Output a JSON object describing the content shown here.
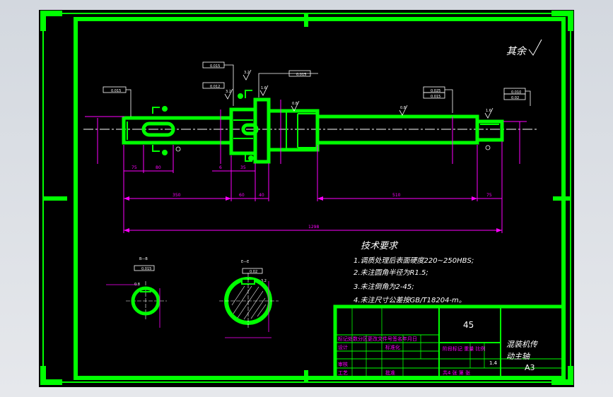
{
  "colors": {
    "background": "#000000",
    "frame": "#00ff00",
    "outline": "#00ff00",
    "dimension": "#ff00ff",
    "annotation": "#ffffff",
    "centerline": "#ffffff",
    "viewport": "#d3d8df"
  },
  "drawing": {
    "corner_note": "其余",
    "tolerance_labels": [
      "0.015",
      "0.015",
      "0.012",
      "0.015",
      "0.025",
      "0.015",
      "0.010",
      "0.02",
      "0.015",
      "0.02"
    ],
    "roughness_values": [
      "0.8",
      "0.8",
      "1.6",
      "1.6",
      "3.2",
      "3.2",
      "0.8",
      "3.2"
    ],
    "dimensions": {
      "d1": "75",
      "d2": "80",
      "d3": "6",
      "d4": "35",
      "d5": "350",
      "d6": "60",
      "d7": "40",
      "d8": "510",
      "d9": "75",
      "overall": "1298"
    },
    "section_a_label": "B—B",
    "section_b_label": "E—E",
    "tech_title": "技术要求",
    "tech_lines": [
      "1.调质处理后表面硬度220~250HBS;",
      "2.未注圆角半径为R1.5;",
      "3.未注倒角为2-45;",
      "4.未注尺寸公差按GB/T18204-m。"
    ]
  },
  "title_block": {
    "material": "45",
    "machine_name": "混装机传",
    "part_name": "动主轴",
    "sheet_size": "A3",
    "scale": "1.4",
    "change_row": "标记处数分区更改文件号签名年月日",
    "design_label": "设计",
    "std_label": "标准化",
    "stage_label": "阶段标记 重量 比例",
    "review_label": "审核",
    "process_label": "工艺",
    "approve_label": "批准",
    "sheets_label": "共4 张 第 张"
  }
}
